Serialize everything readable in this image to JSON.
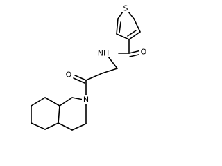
{
  "molecule": {
    "atoms": {
      "sulfur": "S",
      "carbonyl_oxygen_top": "O",
      "amide_nitrogen": "NH",
      "carbonyl_oxygen_bottom": "O",
      "ring_nitrogen": "N"
    }
  }
}
